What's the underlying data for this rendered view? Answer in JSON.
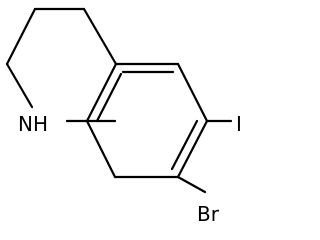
{
  "molecule": {
    "atoms": {
      "nitrogen_hydrogen": "NH",
      "iodine": "I",
      "bromine": "Br"
    },
    "colors": {
      "bond": "#000000",
      "label": "#000000",
      "background": "#ffffff"
    }
  }
}
